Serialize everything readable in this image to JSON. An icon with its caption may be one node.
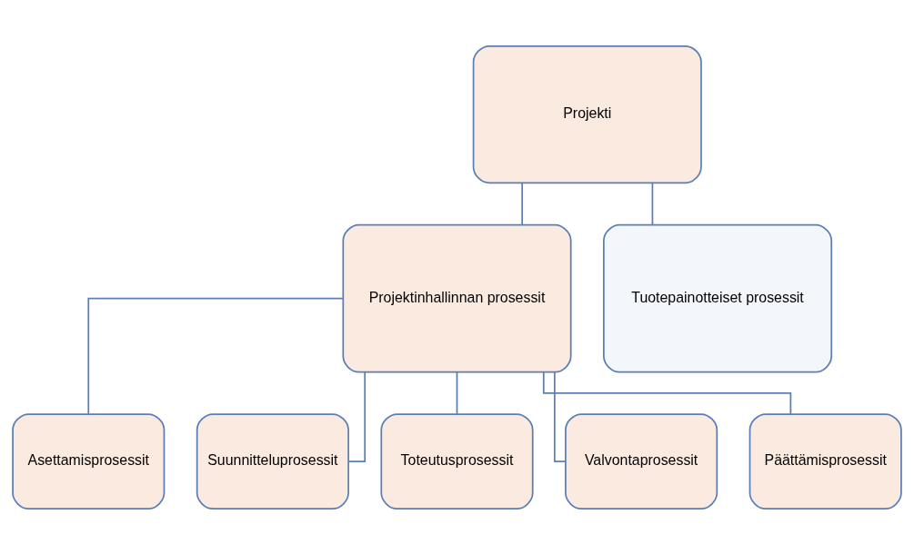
{
  "diagram": {
    "nodes": [
      {
        "text": [
          "Projekti"
        ]
      },
      {
        "text": [
          "Projektinhallinnan prosessit"
        ]
      },
      {
        "text": [
          "Tuotepainotteiset prosessit"
        ]
      },
      {
        "text": [
          "Asettamisprosessit"
        ]
      },
      {
        "text": [
          "Suunnitteluprosessit"
        ]
      },
      {
        "text": [
          "Toteutusprosessit"
        ]
      },
      {
        "text": [
          "Valvontaprosessit"
        ]
      },
      {
        "text": [
          "Päättämisprosessit"
        ]
      }
    ],
    "edges": [
      {
        "from": 0,
        "to": 1,
        "arrow": "none"
      },
      {
        "from": 0,
        "to": 2,
        "arrow": "none"
      },
      {
        "from": 1,
        "to": 3,
        "arrow": "none"
      },
      {
        "from": 1,
        "to": 4,
        "arrow": "none"
      },
      {
        "from": 1,
        "to": 5,
        "arrow": "none"
      },
      {
        "from": 1,
        "to": 6,
        "arrow": "none"
      },
      {
        "from": 1,
        "to": 7,
        "arrow": "none"
      }
    ]
  }
}
